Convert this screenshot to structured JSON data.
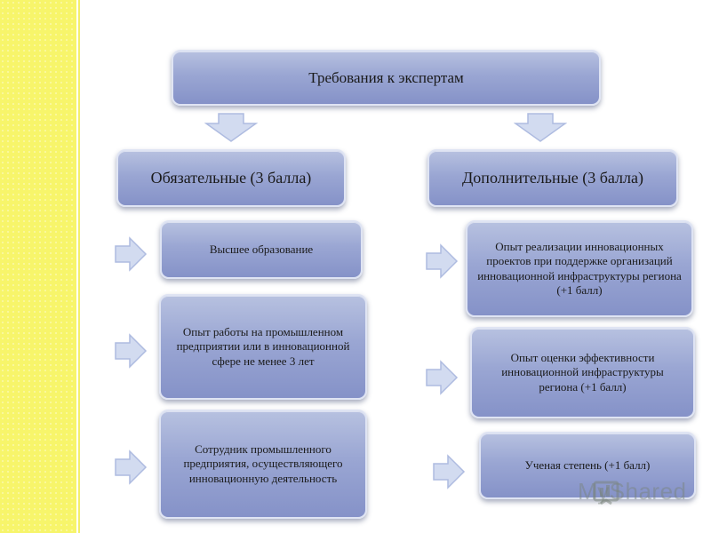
{
  "title": "Требования к экспертам",
  "mandatory": {
    "header": "Обязательные (3 балла)",
    "items": [
      "Высшее образование",
      "Опыт работы на промышленном предприятии или в инновационной сфере не менее 3 лет",
      "Сотрудник промышленного предприятия, осуществляющего инновационную деятельность"
    ]
  },
  "additional": {
    "header": "Дополнительные (3 балла)",
    "items": [
      "Опыт реализации инновационных проектов при поддержке организаций инновационной инфраструктуры региона (+1 балл)",
      "Опыт оценки эффективности инновационной инфраструктуры региона (+1 балл)",
      "Ученая степень (+1 балл)"
    ]
  },
  "watermark": "MyShared",
  "colors": {
    "box": "#9aa6d3",
    "arrow": "#d2dbf0",
    "stripe": "#f7f56a"
  }
}
